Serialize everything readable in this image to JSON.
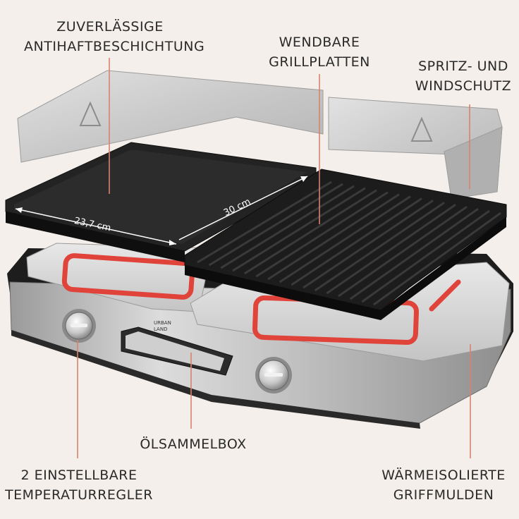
{
  "labels": {
    "coating": [
      "ZUVERLÄSSIGE",
      "ANTIHAFTBESCHICHTUNG"
    ],
    "plates": [
      "WENDBARE",
      "GRILLPLATTEN"
    ],
    "shield": [
      "SPRITZ- UND",
      "WINDSCHUTZ"
    ],
    "oilbox": [
      "ÖLSAMMELBOX"
    ],
    "regulators": [
      "2 EINSTELLBARE",
      "TEMPERATURREGLER"
    ],
    "grips": [
      "WÄRMEISOLIERTE",
      "GRIFFMULDEN"
    ]
  },
  "dimensions": {
    "width_label": "23,7 cm",
    "depth_label": "30 cm"
  },
  "brand": {
    "line1": "URBAN",
    "line2": "LAND"
  },
  "colors": {
    "background": "#f4efea",
    "leader_line": "#d9826c",
    "handle": "#e0433a",
    "plate": "#1e1e1e",
    "steel": "#c8c8c8"
  }
}
